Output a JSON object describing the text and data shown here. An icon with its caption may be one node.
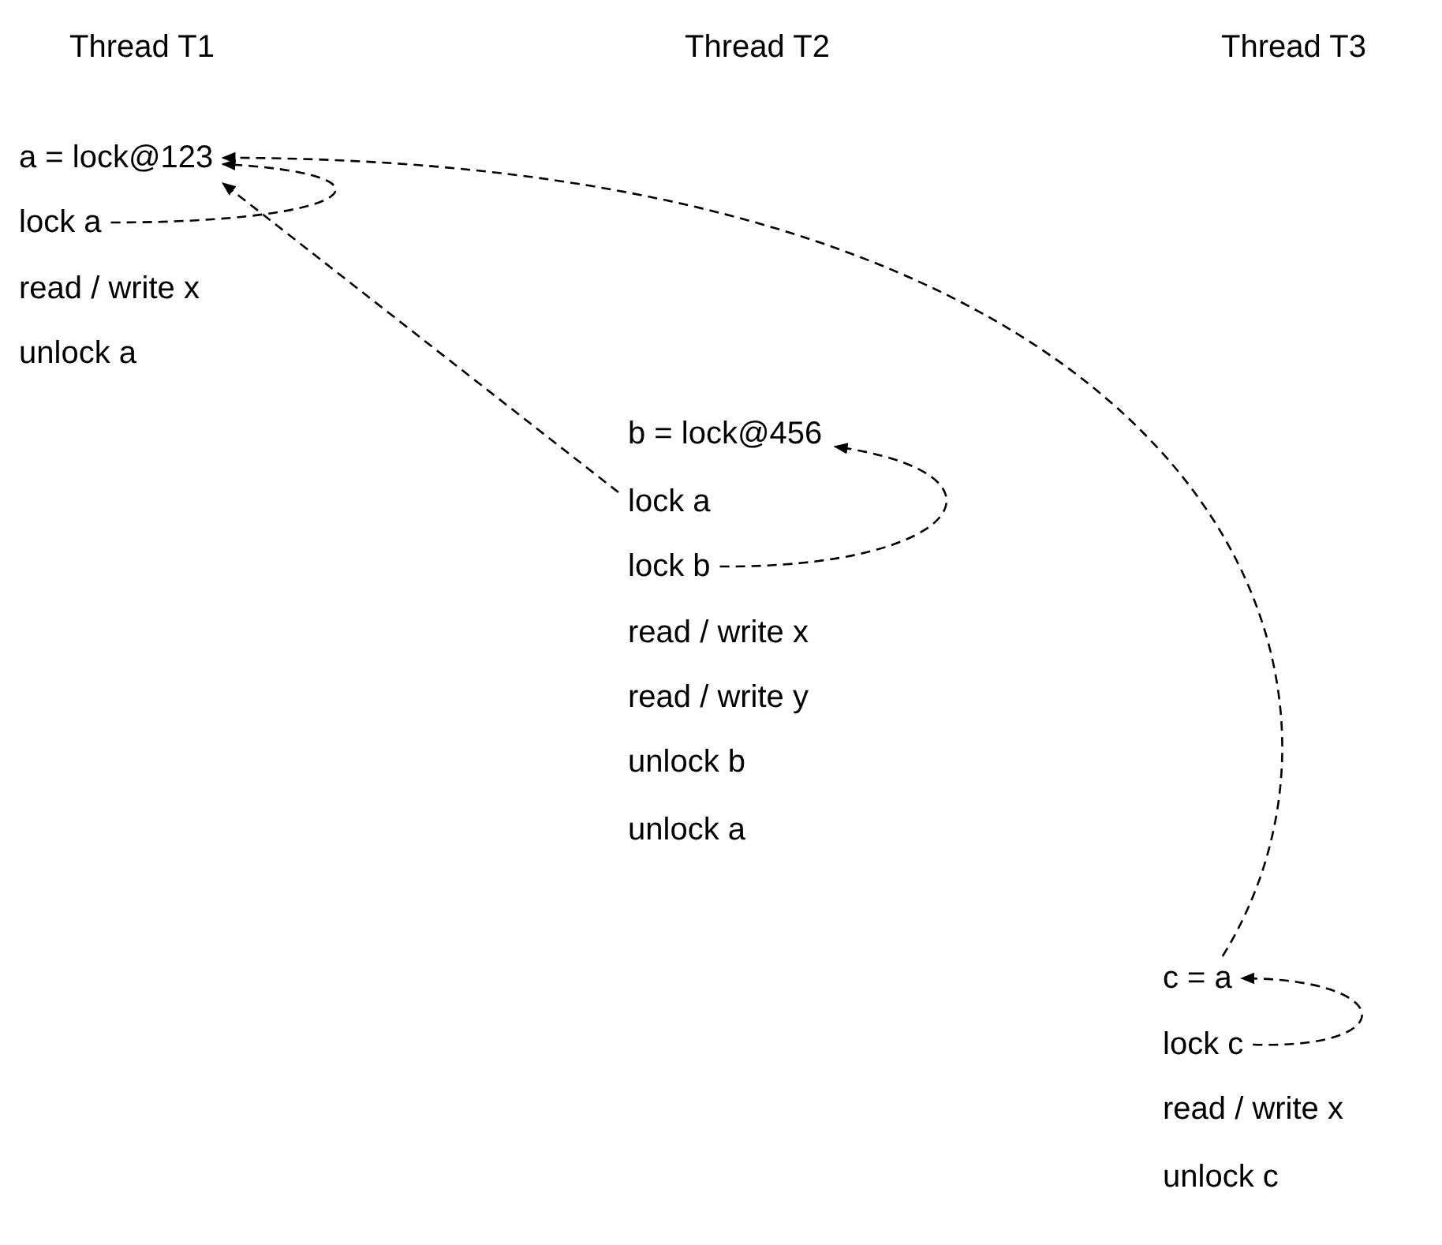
{
  "diagram": {
    "nodes": [
      {
        "text": [
          "a = lock@123"
        ]
      },
      {
        "text": [
          "lock a"
        ]
      },
      {
        "text": [
          "read / write x"
        ]
      },
      {
        "text": [
          "unlock a"
        ]
      },
      {
        "text": [
          "b = lock@456"
        ]
      },
      {
        "text": [
          "lock a"
        ]
      },
      {
        "text": [
          "lock b"
        ]
      },
      {
        "text": [
          "read / write x"
        ]
      },
      {
        "text": [
          "read / write y"
        ]
      },
      {
        "text": [
          "unlock b"
        ]
      },
      {
        "text": [
          "unlock a"
        ]
      },
      {
        "text": [
          "c = a"
        ]
      },
      {
        "text": [
          "lock c"
        ]
      },
      {
        "text": [
          "read / write x"
        ]
      },
      {
        "text": [
          "unlock c"
        ]
      }
    ],
    "edges": [
      {
        "from": 1,
        "to": 0,
        "arrow": "to",
        "style": "dashed"
      },
      {
        "from": 5,
        "to": 0,
        "arrow": "to",
        "style": "dashed"
      },
      {
        "from": 11,
        "to": 0,
        "arrow": "to",
        "style": "dashed"
      },
      {
        "from": 6,
        "to": 4,
        "arrow": "to",
        "style": "dashed"
      },
      {
        "from": 12,
        "to": 11,
        "arrow": "to",
        "style": "dashed"
      }
    ],
    "labels": [
      "Thread T1",
      "Thread T2",
      "Thread T3"
    ]
  }
}
